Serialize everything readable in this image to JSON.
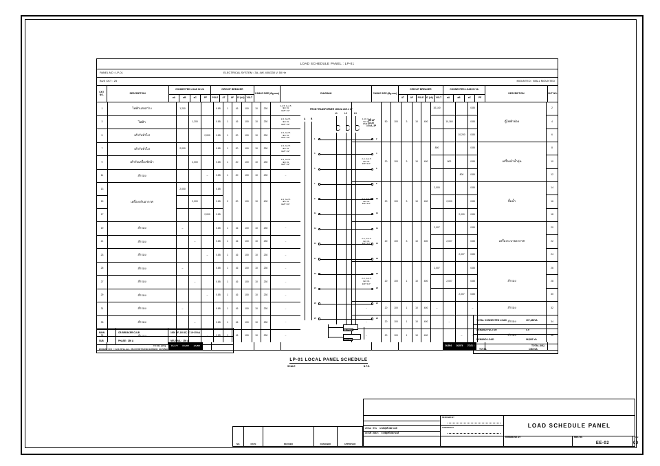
{
  "sheet": {
    "schedule_title": "LOAD SCHEDULE PANEL : LP-01",
    "panel_no_label": "PANEL NO : LP-01",
    "electrical_system": "ELECTRICAL SYSTEM : 3A, 4W, 400/230 V, 50 Hz",
    "bus_ckt_label": "BUS CKT : 25",
    "mounted_label": "MOUNTED : WALL MOUNTED"
  },
  "headers": {
    "ckt_no": "CKT NO.",
    "description": "DESCRIPTION",
    "connected_load": "CONNECTED LOAD IN VA",
    "circuit_breaker": "CIRCUIT BREAKER",
    "cable_size": "CABLE SIZE (Øg.mm)",
    "diagram": "DIAGRAM",
    "pa": "øA",
    "pb": "øB",
    "pc": "øC",
    "pf": "PF",
    "pole": "POLE",
    "at": "AT",
    "af": "AF",
    "ic": "IC (kA)",
    "volt": "VOLT"
  },
  "left_rows": [
    {
      "ckt": "1",
      "desc": "ไฟฟ้าแสงสว่าง",
      "pa": "1,200",
      "pb": "",
      "pc": "",
      "pf": "0.85",
      "pole": "1",
      "at": "16",
      "af": "100",
      "ic": "10",
      "volt": "230",
      "cable": "2-2.5, G-2.5\nIEC 01\nEMT 1/2\""
    },
    {
      "ckt": "3",
      "desc": "ไฟฟ้า",
      "pa": "",
      "pb": "1,200",
      "pc": "",
      "pf": "0.85",
      "pole": "1",
      "at": "16",
      "af": "100",
      "ic": "10",
      "volt": "230",
      "cable": "2-4, G-2.5\nIEC 01\nEMT 1/2\""
    },
    {
      "ckt": "5",
      "desc": "เต้ารับทั่วไป",
      "pa": "",
      "pb": "",
      "pc": "2,000",
      "pf": "0.85",
      "pole": "1",
      "at": "20",
      "af": "100",
      "ic": "10",
      "volt": "230",
      "cable": "2-4, G-2.5\nIEC 01\nEMT 1/2\""
    },
    {
      "ckt": "7",
      "desc": "เต้ารับทั่วไป",
      "pa": "2,000",
      "pb": "",
      "pc": "",
      "pf": "0.85",
      "pole": "1",
      "at": "20",
      "af": "100",
      "ic": "10",
      "volt": "230",
      "cable": "2-4, G-2.5\nIEC 01\nEMT 1/2\""
    },
    {
      "ckt": "9",
      "desc": "เต้ารับเครื่องซักผ้า",
      "pa": "",
      "pb": "2,000",
      "pc": "",
      "pf": "0.85",
      "pole": "1",
      "at": "20",
      "af": "100",
      "ic": "10",
      "volt": "230",
      "cable": "2-4, G-2.5\nIEC 01\nEMT 1/2\""
    },
    {
      "ckt": "11",
      "desc": "สำรอง",
      "pa": "",
      "pb": "",
      "pc": "–",
      "pf": "0.85",
      "pole": "1",
      "at": "20",
      "af": "100",
      "ic": "10",
      "volt": "230",
      "cable": "–"
    }
  ],
  "left_group_mid": {
    "desc": "เครื่องปรับอากาศ",
    "rows": [
      {
        "ckt": "13",
        "pa": "2,000",
        "pb": "",
        "pc": "",
        "pf": "0.85"
      },
      {
        "ckt": "15",
        "pa": "",
        "pb": "2,000",
        "pc": "",
        "pf": "0.85"
      },
      {
        "ckt": "17",
        "pa": "",
        "pb": "",
        "pc": "2,000",
        "pf": "0.85"
      }
    ],
    "pole": "2",
    "at": "20",
    "af": "100",
    "ic": "10",
    "volt": "400",
    "cable": "2-4, G-2.5\nIEC 01\nEMT 3/4\""
  },
  "left_rows2": [
    {
      "ckt": "19",
      "desc": "สำรอง",
      "pa": "–",
      "pb": "",
      "pc": "",
      "pf": "0.85",
      "pole": "1",
      "at": "16",
      "af": "100",
      "ic": "10",
      "volt": "230",
      "cable": "–"
    },
    {
      "ckt": "21",
      "desc": "สำรอง",
      "pa": "",
      "pb": "–",
      "pc": "",
      "pf": "0.85",
      "pole": "1",
      "at": "16",
      "af": "100",
      "ic": "10",
      "volt": "230",
      "cable": "–"
    },
    {
      "ckt": "23",
      "desc": "สำรอง",
      "pa": "",
      "pb": "",
      "pc": "–",
      "pf": "0.85",
      "pole": "1",
      "at": "16",
      "af": "100",
      "ic": "10",
      "volt": "230",
      "cable": "–"
    },
    {
      "ckt": "25",
      "desc": "สำรอง",
      "pa": "–",
      "pb": "",
      "pc": "",
      "pf": "0.85",
      "pole": "1",
      "at": "16",
      "af": "100",
      "ic": "10",
      "volt": "230",
      "cable": "–"
    },
    {
      "ckt": "27",
      "desc": "สำรอง",
      "pa": "",
      "pb": "–",
      "pc": "",
      "pf": "0.85",
      "pole": "1",
      "at": "16",
      "af": "100",
      "ic": "10",
      "volt": "230",
      "cable": "–"
    },
    {
      "ckt": "29",
      "desc": "สำรอง",
      "pa": "",
      "pb": "",
      "pc": "–",
      "pf": "0.85",
      "pole": "1",
      "at": "16",
      "af": "100",
      "ic": "10",
      "volt": "230",
      "cable": "–"
    },
    {
      "ckt": "31",
      "desc": "สำรอง",
      "pa": "–",
      "pb": "",
      "pc": "",
      "pf": "0.85",
      "pole": "1",
      "at": "16",
      "af": "100",
      "ic": "10",
      "volt": "230",
      "cable": "–"
    },
    {
      "ckt": "33",
      "desc": "สำรอง",
      "pa": "",
      "pb": "–",
      "pc": "",
      "pf": "0.85",
      "pole": "1",
      "at": "16",
      "af": "100",
      "ic": "10",
      "volt": "230",
      "cable": "–"
    },
    {
      "ckt": "35",
      "desc": "สำรอง",
      "pa": "",
      "pb": "",
      "pc": "–",
      "pf": "0.85",
      "pole": "1",
      "at": "16",
      "af": "100",
      "ic": "10",
      "volt": "230",
      "cable": "–"
    }
  ],
  "left_total": {
    "label": "TOTAL (VA)",
    "pa": "10,170",
    "pb": "10,200",
    "pc": "12,000"
  },
  "right_groups": [
    {
      "cable": "2-10, G-4\nIEC 01\nEMT 1\"",
      "at": "50",
      "af": "100",
      "pole": "3",
      "ic": "10",
      "volt": "400",
      "desc": "ตู้ไฟฟ้าย่อย",
      "rows": [
        {
          "pa": "10,140",
          "pb": "",
          "pc": "",
          "pf": "0.85",
          "ckt": "2"
        },
        {
          "pa": "",
          "pb": "10,160",
          "pc": "",
          "pf": "0.85",
          "ckt": "4"
        },
        {
          "pa": "",
          "pb": "",
          "pc": "10,200",
          "pf": "0.85",
          "ckt": "6"
        }
      ]
    },
    {
      "cable": "2-4, G-2.5\nIEC 01\nEMT 1/2\"",
      "at": "20",
      "af": "100",
      "pole": "3",
      "ic": "10",
      "volt": "400",
      "desc": "เครื่องทำน้ำอุ่น",
      "rows": [
        {
          "pa": "800",
          "pb": "",
          "pc": "",
          "pf": "0.85",
          "ckt": "8"
        },
        {
          "pa": "",
          "pb": "800",
          "pc": "",
          "pf": "0.85",
          "ckt": "10"
        },
        {
          "pa": "",
          "pb": "",
          "pc": "800",
          "pf": "0.85",
          "ckt": "12"
        }
      ]
    },
    {
      "cable": "2-4, G-2.5\nIEC 01\nEMT 1/2\"",
      "at": "20",
      "af": "100",
      "pole": "3",
      "ic": "10",
      "volt": "400",
      "desc": "ปั๊มน้ำ",
      "rows": [
        {
          "pa": "2,000",
          "pb": "",
          "pc": "",
          "pf": "0.85",
          "ckt": "14"
        },
        {
          "pa": "",
          "pb": "2,000",
          "pc": "",
          "pf": "0.85",
          "ckt": "16"
        },
        {
          "pa": "",
          "pb": "",
          "pc": "2,000",
          "pf": "0.85",
          "ckt": "18"
        }
      ]
    },
    {
      "cable": "2-4, G-2.5\nIEC 01\nEMT 1/2\"",
      "at": "20",
      "af": "100",
      "pole": "3",
      "ic": "10",
      "volt": "400",
      "desc": "เครื่องระบายอากาศ",
      "rows": [
        {
          "pa": "2,007",
          "pb": "",
          "pc": "",
          "pf": "0.85",
          "ckt": "20"
        },
        {
          "pa": "",
          "pb": "2,007",
          "pc": "",
          "pf": "0.85",
          "ckt": "22"
        },
        {
          "pa": "",
          "pb": "",
          "pc": "2,007",
          "pf": "0.85",
          "ckt": "24"
        }
      ]
    },
    {
      "cable": "2-4, G-2.5\nIEC 01\nEMT 1/2\"",
      "at": "20",
      "af": "100",
      "pole": "1",
      "ic": "10",
      "volt": "400",
      "desc": "สำรอง",
      "rows": [
        {
          "pa": "2,007",
          "pb": "",
          "pc": "",
          "pf": "0.85",
          "ckt": "26"
        },
        {
          "pa": "",
          "pb": "2,007",
          "pc": "",
          "pf": "0.85",
          "ckt": "28"
        },
        {
          "pa": "",
          "pb": "",
          "pc": "2,007",
          "pf": "0.85",
          "ckt": "30"
        }
      ]
    }
  ],
  "right_rows_tail": [
    {
      "cable": "–",
      "at": "20",
      "af": "100",
      "pole": "1",
      "ic": "10",
      "volt": "400",
      "pa": "–",
      "pb": "",
      "pc": "",
      "pf": "–",
      "desc": "สำรอง",
      "ckt": "32"
    },
    {
      "cable": "–",
      "at": "20",
      "af": "100",
      "pole": "1",
      "ic": "10",
      "volt": "400",
      "pa": "",
      "pb": "–",
      "pc": "",
      "pf": "–",
      "desc": "สำรอง",
      "ckt": "34"
    },
    {
      "cable": "–",
      "at": "20",
      "af": "100",
      "pole": "1",
      "ic": "10",
      "volt": "400",
      "pa": "",
      "pb": "",
      "pc": "–",
      "pf": "–",
      "desc": "สำรอง",
      "ckt": "36"
    }
  ],
  "right_total": {
    "label": "TOTAL (VA)",
    "pa": "26,954",
    "pb": "26,974",
    "pc": "27,014"
  },
  "diagram": {
    "source_label": "FROM TRANSFORMER 100kVA 22/0.4 kV",
    "phase_a": "A",
    "phase_b": "B",
    "main_breaker_label": "100 AF\n63 AT\n10 kA, 3P",
    "line_labels": [
      "L1",
      "L2",
      "L3"
    ],
    "neutral_label": "NEUTRAL",
    "ground_label": "GROUND",
    "left_numbers": [
      "1",
      "3",
      "5",
      "7",
      "9",
      "11",
      "13",
      "15",
      "17",
      "19",
      "21",
      "23",
      "25"
    ],
    "right_numbers": [
      "2",
      "4",
      "6",
      "8",
      "10",
      "12",
      "14",
      "16",
      "18",
      "20",
      "22",
      "24",
      "26"
    ]
  },
  "notes": {
    "main_label": "MAIN",
    "main_breaker": "CB BREAKER   CULB",
    "main_rating": "1000 AF, 100 AT, IC 10~25 kA",
    "sub_label": "SUB",
    "sub_phase": "PHASE : 250 A",
    "sub_neutral": "NEUTRAL : 150 A",
    "remark": "BUSBAR ( CU ) : 4x(1-50 Sq.mm., 3P+N FOR PHASE BAR/BAR, GB SINGLE LADDER"
  },
  "summary": {
    "connected_label": "TOTAL CONNECTED LOAD",
    "connected_value": "107,483VA",
    "demand_factor_label": "DEMAND FACTOR",
    "demand_factor_value": "0.9",
    "demand_load_label": "DEMAND LOAD",
    "demand_load_value": "96,852 VA",
    "total_label": "TOTAL",
    "total_value": "148.91A"
  },
  "caption": {
    "title": "LP-01 LOCAL PANEL SCHEDULE",
    "scale_label": "SCALE",
    "scale_value": "N.T.S."
  },
  "title_block": {
    "owner_label_1": "เจ้าของ  : บ้าน",
    "owner_value_1": "นายพิสุทธิ์ สมิตานนท์",
    "owner_label_2": "สถานที่ : สงขลา",
    "owner_value_2": "นายพิสุทธิ์ สมิตานนท์",
    "designed_label": "DESIGNED BY",
    "checked_label": "CHECKED BY",
    "drawing_name": "LOAD SCHEDULE PANEL",
    "file_label": "DRAWING NO. BY",
    "sheet_label": "DWG. NO.",
    "sheet_value": "EE-02",
    "rev_label": "REV.",
    "rev_value": "00"
  },
  "revision": {
    "no": "NO.",
    "date": "DATE",
    "revised": "REVISED",
    "designed": "DESIGNED",
    "approved": "APPROVED"
  }
}
